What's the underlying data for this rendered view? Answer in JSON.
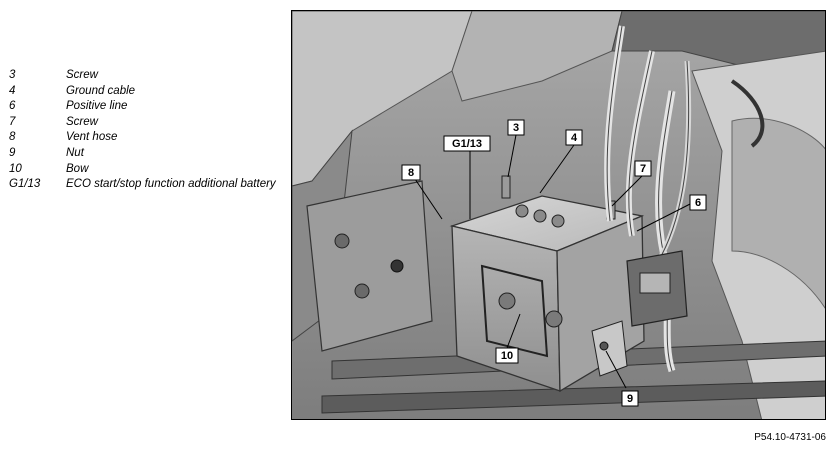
{
  "legend": [
    {
      "key": "3",
      "desc": "Screw"
    },
    {
      "key": "4",
      "desc": "Ground cable"
    },
    {
      "key": "6",
      "desc": "Positive line"
    },
    {
      "key": "7",
      "desc": "Screw"
    },
    {
      "key": "8",
      "desc": "Vent hose"
    },
    {
      "key": "9",
      "desc": "Nut"
    },
    {
      "key": "10",
      "desc": "Bow"
    },
    {
      "key": "G1/13",
      "desc": "ECO start/stop function additional battery"
    }
  ],
  "callouts": {
    "c3": "3",
    "c4": "4",
    "c6": "6",
    "c7": "7",
    "c8": "8",
    "c9": "9",
    "c10": "10",
    "cg": "G1/13"
  },
  "reference": "P54.10-4731-06"
}
